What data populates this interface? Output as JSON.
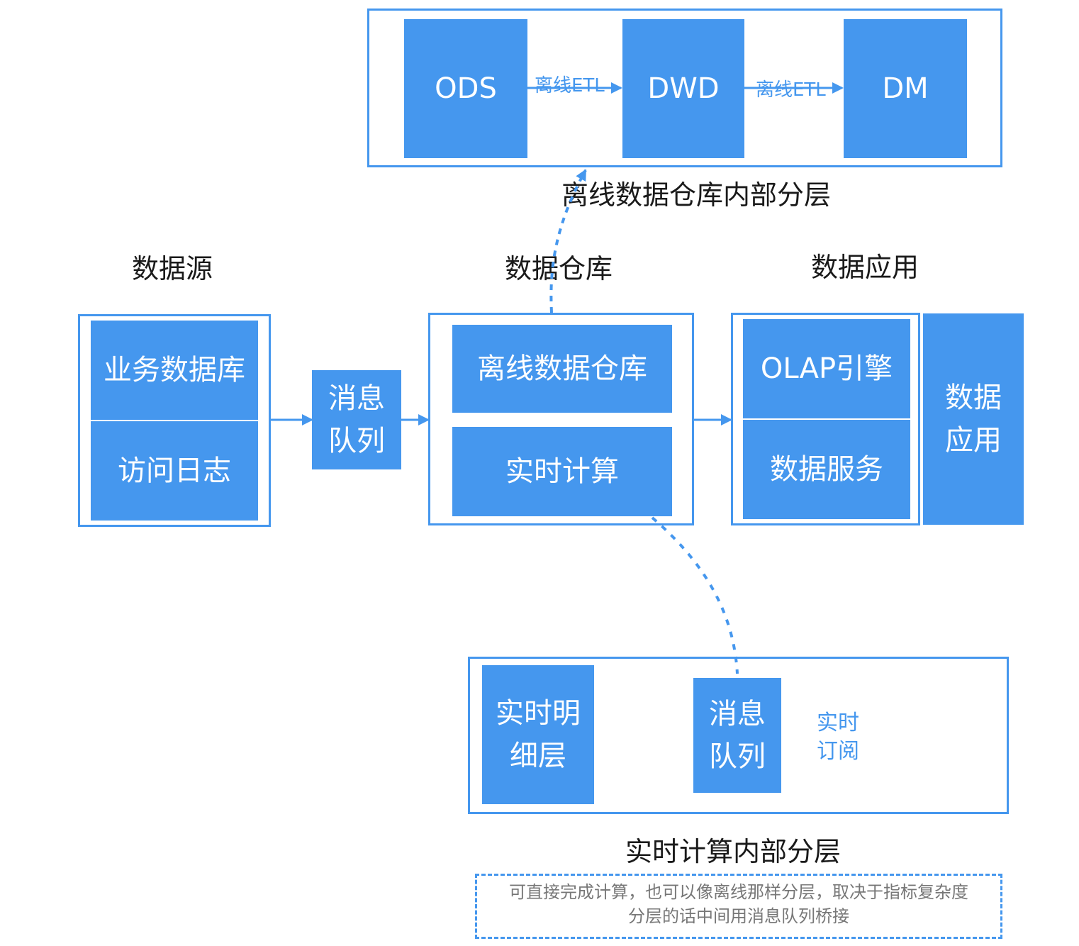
{
  "colors": {
    "accent": "#4597ee",
    "text": "#1a1a1a",
    "note_text": "#777777"
  },
  "offline_layers": {
    "caption": "离线数据仓库内部分层",
    "layers": [
      "ODS",
      "DWD",
      "DM"
    ],
    "etl_labels": [
      "离线ETL",
      "离线ETL"
    ]
  },
  "columns": {
    "source": "数据源",
    "warehouse": "数据仓库",
    "application": "数据应用"
  },
  "source_block": {
    "items": [
      "业务数据库",
      "访问日志"
    ]
  },
  "message_queue": {
    "line1": "消息",
    "line2": "队列"
  },
  "warehouse_block": {
    "items": [
      "离线数据仓库",
      "实时计算"
    ]
  },
  "application_block": {
    "items": [
      "OLAP引擎",
      "数据服务"
    ],
    "side": {
      "line1": "数据",
      "line2": "应用"
    }
  },
  "realtime_layers": {
    "caption": "实时计算内部分层",
    "detail_layer": {
      "line1": "实时明",
      "line2": "细层"
    },
    "queue": {
      "line1": "消息",
      "line2": "队列"
    },
    "subscribe": {
      "line1": "实时",
      "line2": "订阅"
    },
    "note": {
      "line1": "可直接完成计算，也可以像离线那样分层，取决于指标复杂度",
      "line2": "分层的话中间用消息队列桥接"
    }
  }
}
